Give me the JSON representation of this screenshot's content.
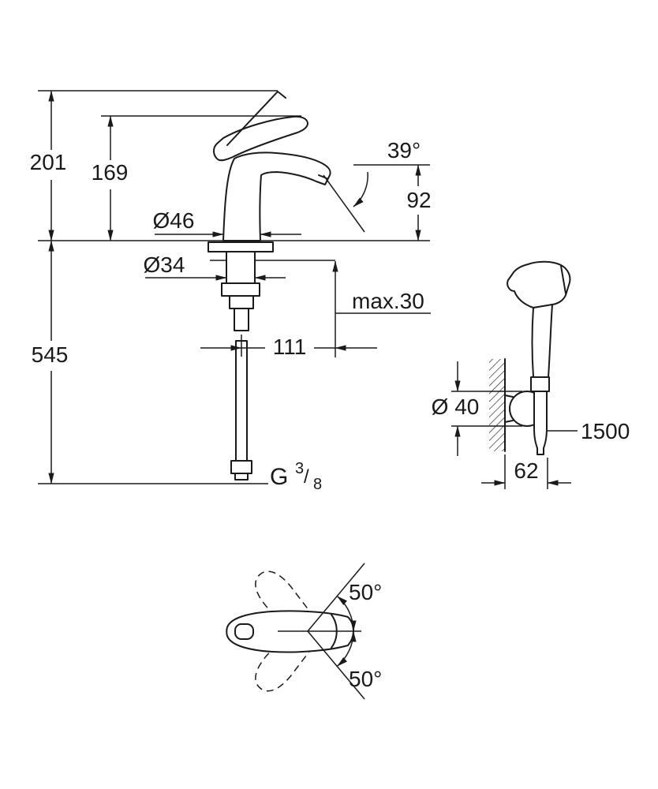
{
  "drawing": {
    "front": {
      "height_total": "201",
      "height_to_handle": "169",
      "spout_angle": "39°",
      "spout_height": "92",
      "base_diameter": "Ø46",
      "hole_diameter": "Ø34",
      "deck_thickness": "max.30",
      "total_depth": "545",
      "spout_projection": "111",
      "thread": {
        "g": "G",
        "num": "3",
        "slash": "/",
        "den": "8"
      }
    },
    "side": {
      "holder_diameter": "Ø 40",
      "hose_length": "1500",
      "wall_distance": "62"
    },
    "top": {
      "swivel_up": "50°",
      "swivel_down": "50°"
    },
    "colors": {
      "line": "#1a1a1a",
      "background": "#ffffff"
    }
  }
}
